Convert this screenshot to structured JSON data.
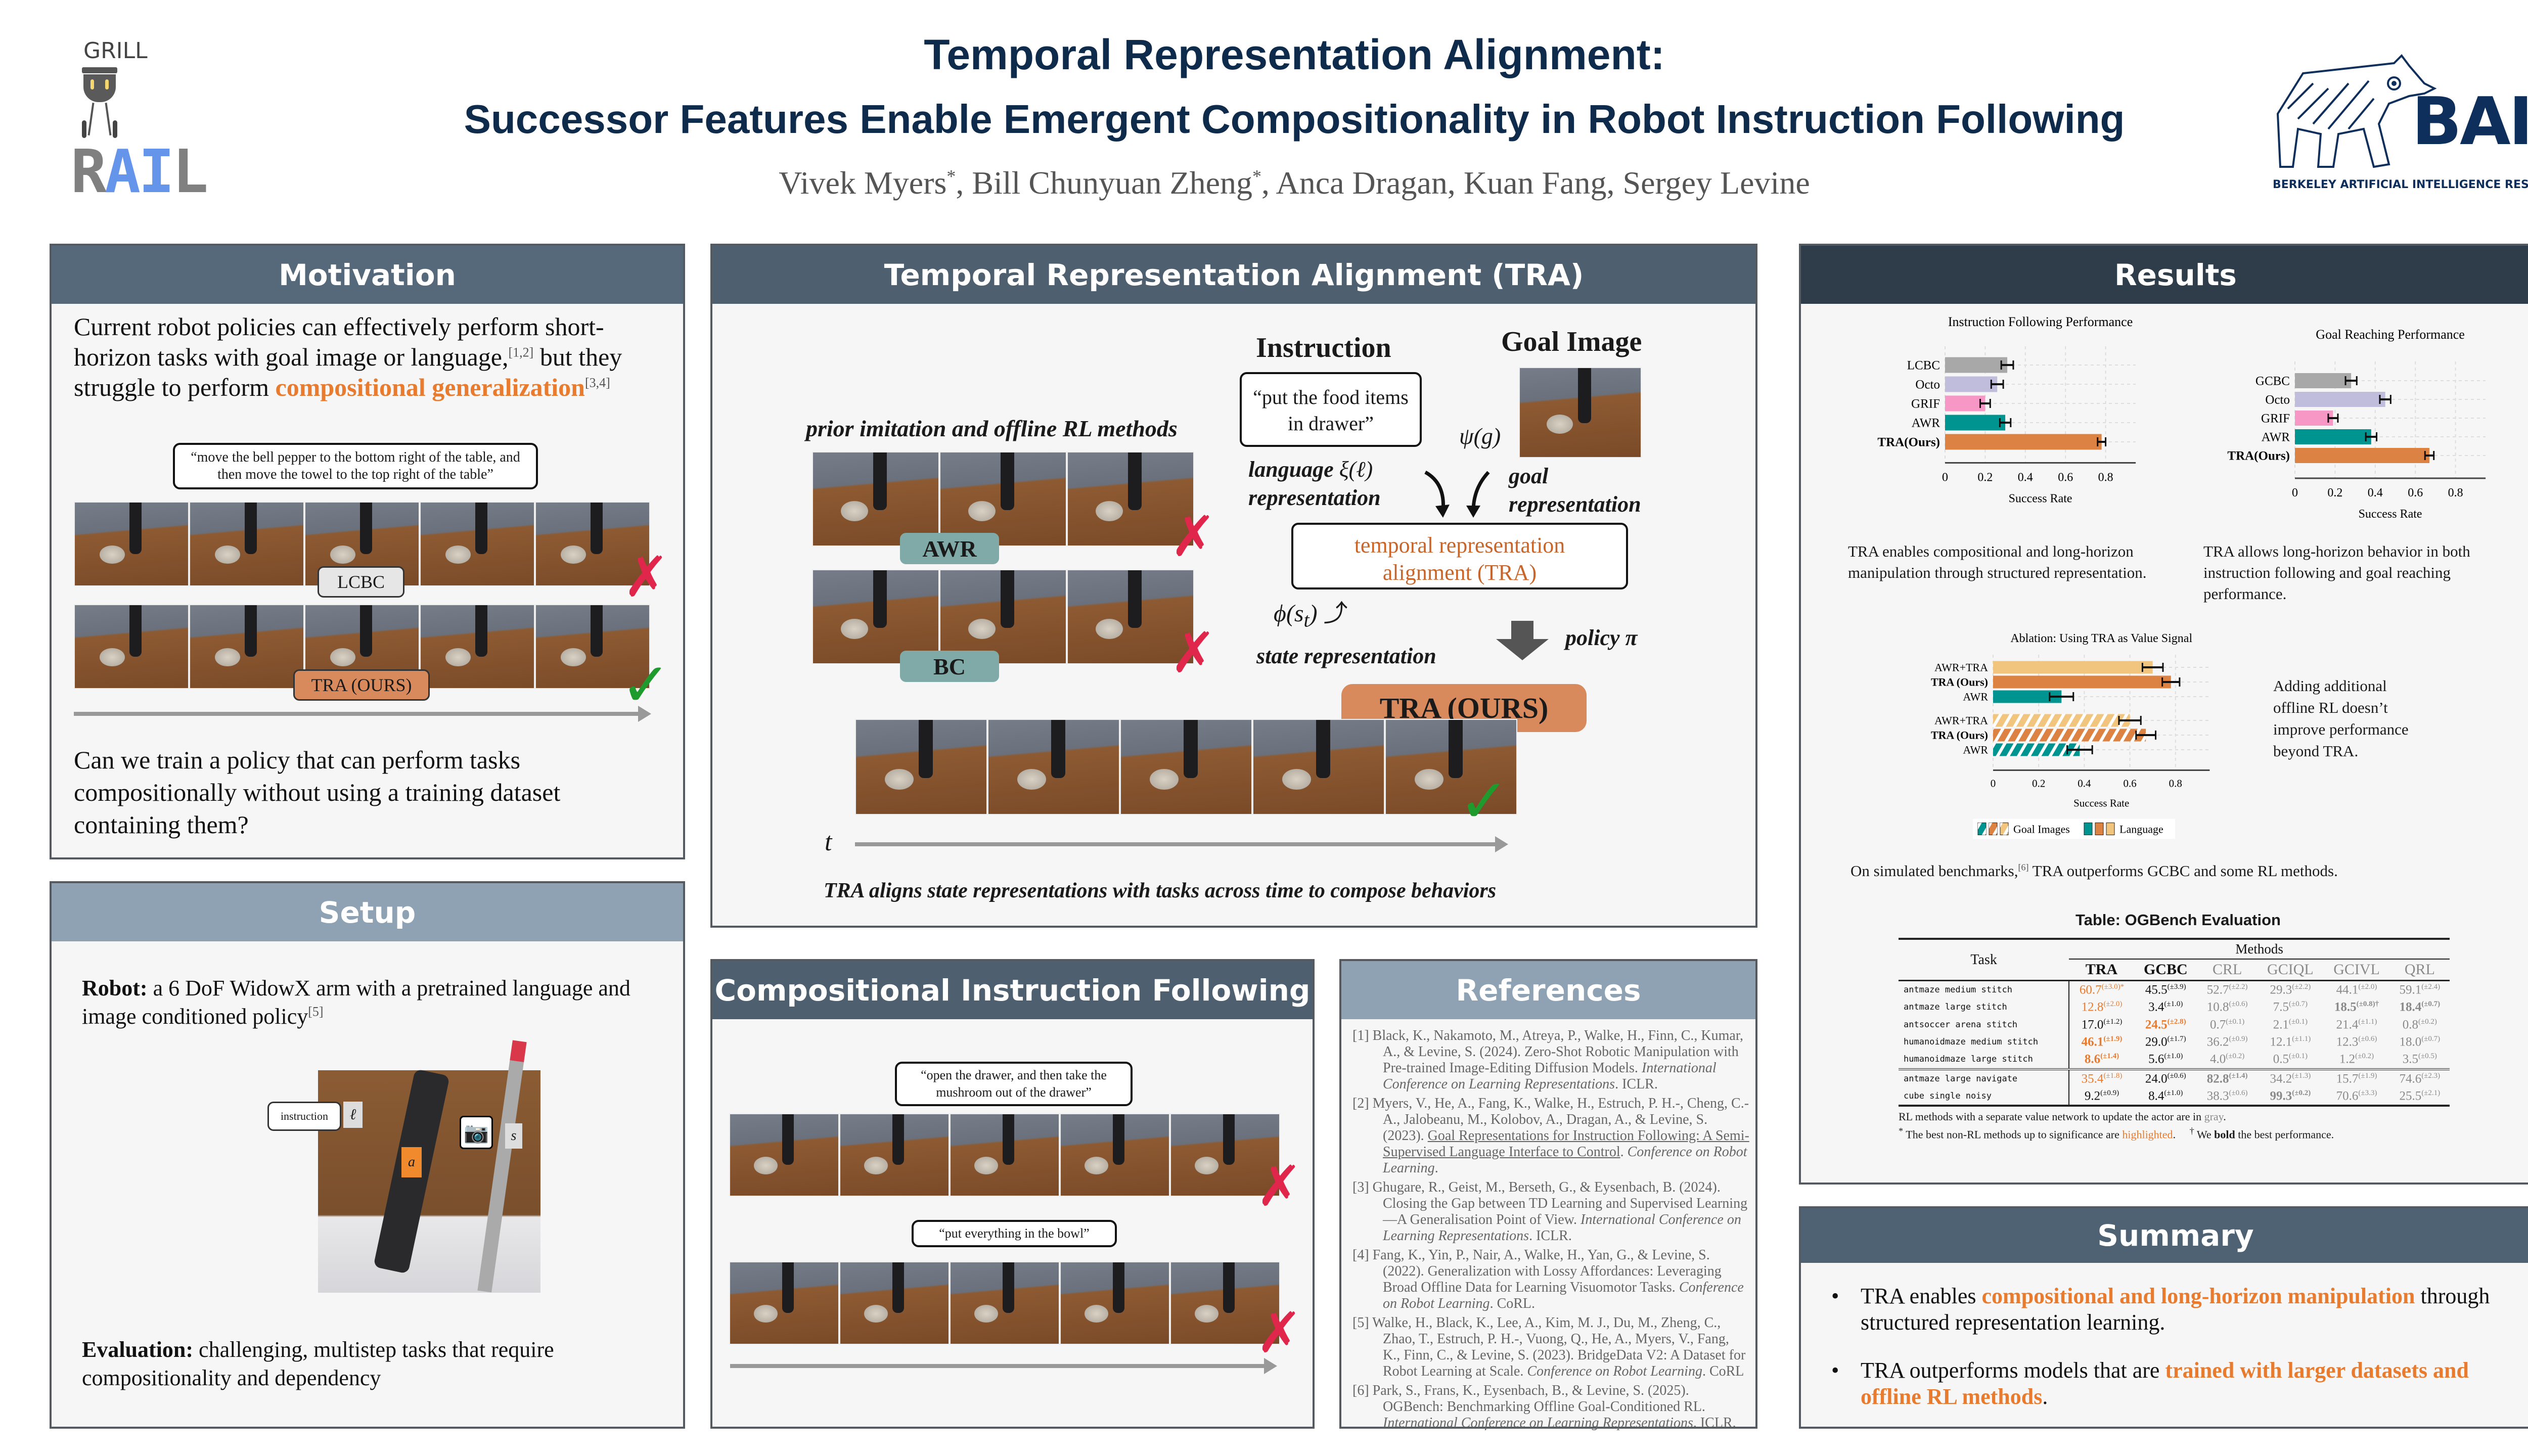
{
  "header": {
    "title_line1": "Temporal Representation Alignment:",
    "title_line2": "Successor Features Enable Emergent Compositionality in Robot Instruction Following",
    "authors": [
      "Vivek Myers",
      "Bill Chunyuan Zheng",
      "Anca Dragan",
      "Kuan Fang",
      "Sergey Levine"
    ],
    "equal_mark": "*",
    "logo_left_top": "GRILL",
    "logo_left_bottom": [
      "R",
      "A",
      "I",
      "L"
    ],
    "logo_right_main": "BAIR",
    "logo_right_sub": "BERKELEY ARTIFICIAL INTELLIGENCE RESEARCH"
  },
  "colors": {
    "title": "#0f2b4c",
    "accent": "#e87b2e",
    "tra": "#dc8243",
    "awr": "#009490",
    "octo": "#bfbcdc",
    "grif": "#f797c6",
    "baseline": "#a8a8a8",
    "awr_tra": "#f1c57e"
  },
  "motivation": {
    "header": "Motivation",
    "body_a": "Current robot policies can effectively perform short-horizon tasks with goal image or language,",
    "cite_a": "[1,2]",
    "body_b": " but they struggle to perform ",
    "highlight": "compositional generalization",
    "cite_b": "[3,4]",
    "quote": "“move the bell pepper to the bottom right of the table, and then move the towel to the top right of the table”",
    "label_baseline": "LCBC",
    "label_ours": "TRA (OURS)",
    "question": "Can we train a policy that can perform tasks compositionally without using a training dataset containing them?"
  },
  "setup": {
    "header": "Setup",
    "robot_label": "Robot:",
    "robot_text": " a 6 DoF WidowX arm with a pretrained language and image conditioned policy",
    "robot_cite": "[5]",
    "fig_instruction": "instruction",
    "fig_l": "ℓ",
    "fig_s": "s",
    "fig_a": "a",
    "eval_label": "Evaluation:",
    "eval_text": " challenging, multistep tasks that require compositionality and dependency"
  },
  "tra": {
    "header": "Temporal Representation Alignment (TRA)",
    "prior_label": "prior imitation and offline RL methods",
    "awr": "AWR",
    "bc": "BC",
    "instruction_title": "Instruction",
    "instruction_quote": "“put the food items in drawer”",
    "goal_title": "Goal Image",
    "psi": "ψ(g)",
    "xi": "ξ(ℓ)",
    "lang_rep_1": "language",
    "lang_rep_2": "representation",
    "goal_rep_1": "goal",
    "goal_rep_2": "representation",
    "tra_box": "temporal representation alignment (TRA)",
    "phi": "ϕ(s",
    "phi_sub": "t",
    "phi_close": ")",
    "state_rep": "state representation",
    "policy": "policy π",
    "ours": "TRA (OURS)",
    "time": "t",
    "caption": "TRA aligns state representations with tasks across time to compose behaviors"
  },
  "compositional": {
    "header": "Compositional Instruction Following",
    "quote1": "“open the drawer, and then take the mushroom out of the drawer”",
    "quote2": "“put everything in the bowl”"
  },
  "references": {
    "header": "References",
    "items": [
      {
        "num": "[1]",
        "text": "Black, K., Nakamoto, M., Atreya, P., Walke, H., Finn, C., Kumar, A., & Levine, S. (2024). Zero-Shot Robotic Manipulation with Pre-trained Image-Editing Diffusion Models. ",
        "title_link": "",
        "venue": "International Conference on Learning Representations",
        "tail": ". ICLR."
      },
      {
        "num": "[2]",
        "text": "Myers, V., He, A., Fang, K., Walke, H., Estruch, P. H.-, Cheng, C.-A., Jalobeanu, M., Kolobov, A., Dragan, A., & Levine, S. (2023). ",
        "title_link": "Goal Representations for Instruction Following: A Semi-Supervised Language Interface to Control",
        "venue": "Conference on Robot Learning",
        "tail": "."
      },
      {
        "num": "[3]",
        "text": "Ghugare, R., Geist, M., Berseth, G., & Eysenbach, B. (2024). Closing the Gap between TD Learning and Supervised Learning—A Generalisation Point of View. ",
        "title_link": "",
        "venue": "International Conference on Learning Representations",
        "tail": ". ICLR."
      },
      {
        "num": "[4]",
        "text": "Fang, K., Yin, P., Nair, A., Walke, H., Yan, G., & Levine, S. (2022). Generalization with Lossy Affordances: Leveraging Broad Offline Data for Learning Visuomotor Tasks. ",
        "title_link": "",
        "venue": "Conference on Robot Learning",
        "tail": ". CoRL."
      },
      {
        "num": "[5]",
        "text": "Walke, H., Black, K., Lee, A., Kim, M. J., Du, M., Zheng, C., Zhao, T., Estruch, P. H.-, Vuong, Q., He, A., Myers, V., Fang, K., Finn, C., & Levine, S. (2023). BridgeData V2: A Dataset for Robot Learning at Scale. ",
        "title_link": "",
        "venue": "Conference on Robot Learning",
        "tail": ". CoRL"
      },
      {
        "num": "[6]",
        "text": "Park, S., Frans, K., Eysenbach, B., & Levine, S. (2025). OGBench: Benchmarking Offline Goal-Conditioned RL. ",
        "title_link": "",
        "venue": "International Conference on Learning Representations",
        "tail": ". ICLR."
      }
    ]
  },
  "results": {
    "header": "Results",
    "caption_left": "TRA enables compositional and long-horizon manipulation through structured representation.",
    "caption_right": "TRA allows long-horizon behavior in both instruction following and goal reaching performance.",
    "ablation_note": "Adding additional offline RL doesn’t improve performance beyond TRA.",
    "sim_text_a": "On simulated benchmarks,",
    "sim_cite": "[6]",
    "sim_text_b": " TRA outperforms GCBC and some RL methods.",
    "table_title": "Table: OGBench Evaluation",
    "table": {
      "methods_label": "Methods",
      "task_label": "Task",
      "columns": [
        "TRA",
        "GCBC",
        "CRL",
        "GCIQL",
        "GCIVL",
        "QRL"
      ],
      "gray_columns": [
        false,
        false,
        true,
        true,
        true,
        true
      ],
      "groups": [
        [
          {
            "task": "antmaze medium stitch",
            "cells": [
              {
                "v": "60.7",
                "pm": "(±3.0)",
                "hl": true,
                "mark": "*"
              },
              {
                "v": "45.5",
                "pm": "(±3.9)"
              },
              {
                "v": "52.7",
                "pm": "(±2.2)"
              },
              {
                "v": "29.3",
                "pm": "(±2.2)"
              },
              {
                "v": "44.1",
                "pm": "(±2.0)"
              },
              {
                "v": "59.1",
                "pm": "(±2.4)"
              }
            ]
          },
          {
            "task": "antmaze large stitch",
            "cells": [
              {
                "v": "12.8",
                "pm": "(±2.0)",
                "hl": true
              },
              {
                "v": "3.4",
                "pm": "(±1.0)"
              },
              {
                "v": "10.8",
                "pm": "(±0.6)"
              },
              {
                "v": "7.5",
                "pm": "(±0.7)"
              },
              {
                "v": "18.5",
                "pm": "(±0.8)",
                "b": true,
                "mark": "†"
              },
              {
                "v": "18.4",
                "pm": "(±0.7)",
                "b": true
              }
            ]
          },
          {
            "task": "antsoccer arena stitch",
            "cells": [
              {
                "v": "17.0",
                "pm": "(±1.2)"
              },
              {
                "v": "24.5",
                "pm": "(±2.8)",
                "hl": true,
                "b": true
              },
              {
                "v": "0.7",
                "pm": "(±0.1)"
              },
              {
                "v": "2.1",
                "pm": "(±0.1)"
              },
              {
                "v": "21.4",
                "pm": "(±1.1)"
              },
              {
                "v": "0.8",
                "pm": "(±0.2)"
              }
            ]
          },
          {
            "task": "humanoidmaze medium stitch",
            "cells": [
              {
                "v": "46.1",
                "pm": "(±1.9)",
                "hl": true,
                "b": true
              },
              {
                "v": "29.0",
                "pm": "(±1.7)"
              },
              {
                "v": "36.2",
                "pm": "(±0.9)"
              },
              {
                "v": "12.1",
                "pm": "(±1.1)"
              },
              {
                "v": "12.3",
                "pm": "(±0.6)"
              },
              {
                "v": "18.0",
                "pm": "(±0.7)"
              }
            ]
          },
          {
            "task": "humanoidmaze large stitch",
            "cells": [
              {
                "v": "8.6",
                "pm": "(±1.4)",
                "hl": true,
                "b": true
              },
              {
                "v": "5.6",
                "pm": "(±1.0)"
              },
              {
                "v": "4.0",
                "pm": "(±0.2)"
              },
              {
                "v": "0.5",
                "pm": "(±0.1)"
              },
              {
                "v": "1.2",
                "pm": "(±0.2)"
              },
              {
                "v": "3.5",
                "pm": "(±0.5)"
              }
            ]
          }
        ],
        [
          {
            "task": "antmaze large navigate",
            "cells": [
              {
                "v": "35.4",
                "pm": "(±1.8)",
                "hl": true
              },
              {
                "v": "24.0",
                "pm": "(±0.6)"
              },
              {
                "v": "82.8",
                "pm": "(±1.4)",
                "b": true
              },
              {
                "v": "34.2",
                "pm": "(±1.3)"
              },
              {
                "v": "15.7",
                "pm": "(±1.9)"
              },
              {
                "v": "74.6",
                "pm": "(±2.3)"
              }
            ]
          },
          {
            "task": "cube single noisy",
            "cells": [
              {
                "v": "9.2",
                "pm": "(±0.9)"
              },
              {
                "v": "8.4",
                "pm": "(±1.0)"
              },
              {
                "v": "38.3",
                "pm": "(±0.6)"
              },
              {
                "v": "99.3",
                "pm": "(±0.2)",
                "b": true
              },
              {
                "v": "70.6",
                "pm": "(±3.3)"
              },
              {
                "v": "25.5",
                "pm": "(±2.1)"
              }
            ]
          }
        ]
      ],
      "note1_a": "RL methods with a separate value network to update the actor are in ",
      "note1_gray": "gray",
      "note1_b": ".",
      "note2_mark": "*",
      "note2_a": " The best non-RL methods up to significance are ",
      "note2_hl": "highlighted",
      "note2_b": ".",
      "note3_mark": "†",
      "note3_a": " We ",
      "note3_bold": "bold",
      "note3_b": " the best performance."
    }
  },
  "summary": {
    "header": "Summary",
    "item1_a": "TRA enables ",
    "item1_hl": "compositional and long-horizon manipulation",
    "item1_b": " through structured representation learning.",
    "item2_a": "TRA outperforms models that are ",
    "item2_hl": "trained with larger datasets and offline RL methods",
    "item2_b": "."
  },
  "chart_data": [
    {
      "type": "bar",
      "orientation": "horizontal",
      "title": "Instruction Following Performance",
      "xlabel": "Success Rate",
      "ylabel": "",
      "xlim": [
        0,
        0.95
      ],
      "xticks": [
        "0",
        "0.2",
        "0.4",
        "0.6",
        "0.8"
      ],
      "xtick_values": [
        0,
        0.2,
        0.4,
        0.6,
        0.8
      ],
      "grid": true,
      "categories": [
        "LCBC",
        "Octo",
        "GRIF",
        "AWR",
        "TRA(Ours)"
      ],
      "values": [
        0.31,
        0.26,
        0.2,
        0.3,
        0.78
      ],
      "errors": [
        0.03,
        0.03,
        0.025,
        0.027,
        0.02
      ],
      "colors": [
        "#a8a8a8",
        "#bfbcdc",
        "#f797c6",
        "#009490",
        "#dc8243"
      ]
    },
    {
      "type": "bar",
      "orientation": "horizontal",
      "title": "Goal Reaching Performance",
      "xlabel": "Success Rate",
      "ylabel": "",
      "xlim": [
        0,
        0.95
      ],
      "xticks": [
        "0",
        "0.2",
        "0.4",
        "0.6",
        "0.8"
      ],
      "xtick_values": [
        0,
        0.2,
        0.4,
        0.6,
        0.8
      ],
      "grid": true,
      "categories": [
        "GCBC",
        "Octo",
        "GRIF",
        "AWR",
        "TRA(Ours)"
      ],
      "values": [
        0.28,
        0.45,
        0.19,
        0.38,
        0.67
      ],
      "errors": [
        0.028,
        0.027,
        0.024,
        0.027,
        0.022
      ],
      "colors": [
        "#a8a8a8",
        "#bfbcdc",
        "#f797c6",
        "#009490",
        "#dc8243"
      ]
    },
    {
      "type": "bar",
      "orientation": "horizontal",
      "title": "Ablation: Using TRA as Value Signal",
      "xlabel": "Success Rate",
      "ylabel": "",
      "xlim": [
        0,
        0.95
      ],
      "xticks": [
        "0",
        "0.2",
        "0.4",
        "0.6",
        "0.8"
      ],
      "xtick_values": [
        0,
        0.2,
        0.4,
        0.6,
        0.8
      ],
      "grid": true,
      "legend": {
        "placement": "bottom",
        "entries": [
          "Goal Images",
          "Language"
        ]
      },
      "categories": [
        "AWR+TRA",
        "TRA (Ours)",
        "AWR",
        "AWR+TRA",
        "TRA (Ours)",
        "AWR"
      ],
      "bold_categories": [
        false,
        true,
        false,
        false,
        true,
        false
      ],
      "series_group": [
        "Language",
        "Language",
        "Language",
        "Goal Images",
        "Goal Images",
        "Goal Images"
      ],
      "values": [
        0.7,
        0.78,
        0.3,
        0.6,
        0.67,
        0.38
      ],
      "errors": [
        0.045,
        0.038,
        0.052,
        0.048,
        0.043,
        0.055
      ],
      "colors": [
        "#f1c57e",
        "#dc8243",
        "#009490",
        "#f1c57e",
        "#dc8243",
        "#009490"
      ]
    }
  ]
}
